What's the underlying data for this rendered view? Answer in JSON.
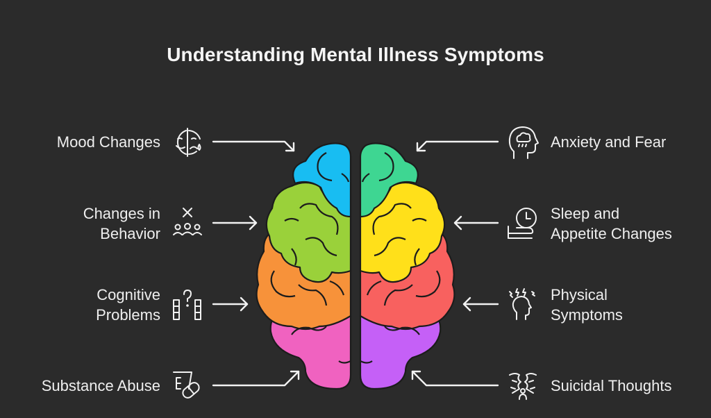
{
  "title": "Understanding Mental Illness Symptoms",
  "colors": {
    "background": "#2b2b2b",
    "text": "#efefef",
    "outline": "#1f1f1f",
    "brain_left": [
      "#18bdf2",
      "#9ad13a",
      "#f7923a",
      "#f062c0"
    ],
    "brain_right": [
      "#3ed692",
      "#ffe01a",
      "#f8615f",
      "#c560f7"
    ]
  },
  "left_items": [
    {
      "label": "Mood Changes",
      "icon": "drama-mask-icon"
    },
    {
      "label": "Changes in Behavior",
      "line1": "Changes in",
      "line2": "Behavior",
      "icon": "people-cross-icon"
    },
    {
      "label": "Cognitive Problems",
      "line1": "Cognitive",
      "line2": "Problems",
      "icon": "question-blocks-icon"
    },
    {
      "label": "Substance Abuse",
      "icon": "pill-glass-icon"
    }
  ],
  "right_items": [
    {
      "label": "Anxiety and Fear",
      "icon": "head-raincloud-icon"
    },
    {
      "label": "Sleep and Appetite Changes",
      "line1": "Sleep and",
      "line2": "Appetite Changes",
      "icon": "bed-clock-icon"
    },
    {
      "label": "Physical Symptoms",
      "line1": "Physical",
      "line2": "Symptoms",
      "icon": "head-pain-icon"
    },
    {
      "label": "Suicidal Thoughts",
      "icon": "person-distress-icon"
    }
  ]
}
